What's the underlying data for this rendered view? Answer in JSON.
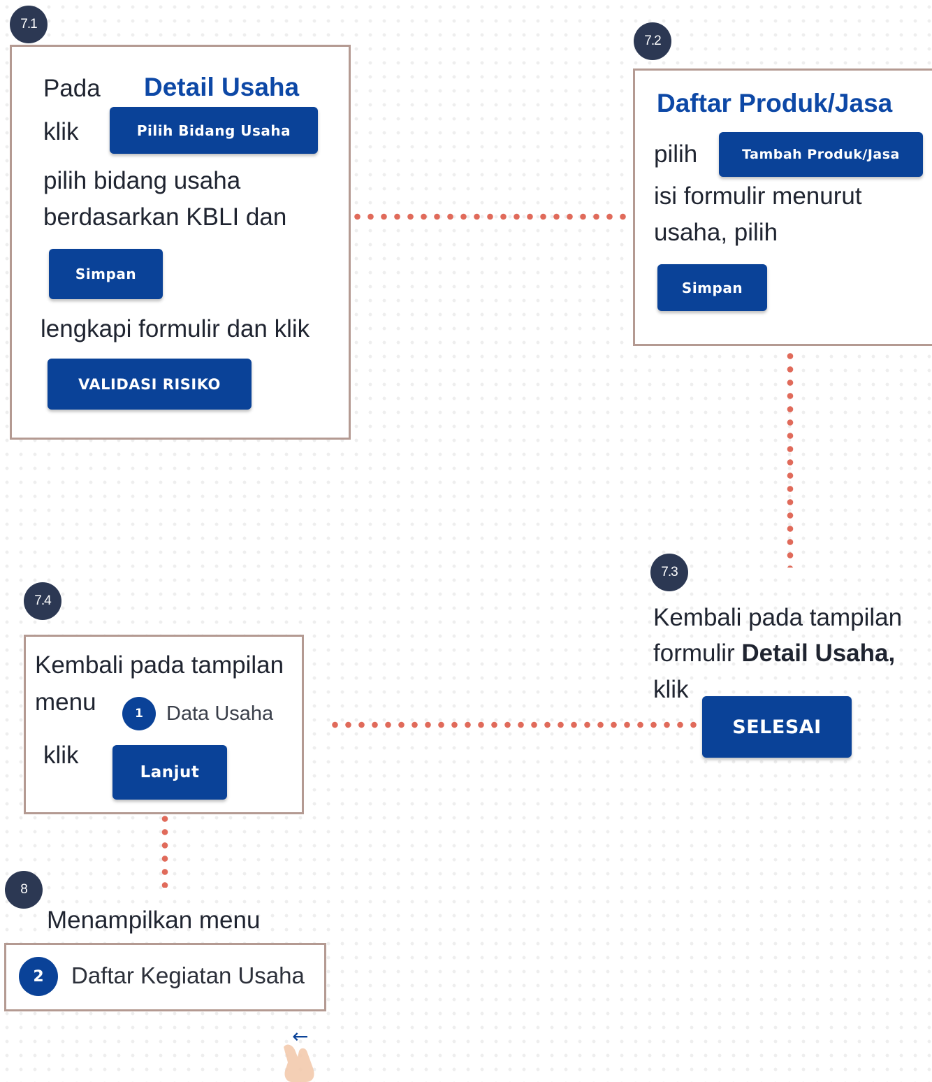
{
  "badges": {
    "b71": "7.1",
    "b72": "7.2",
    "b73": "7.3",
    "b74": "7.4",
    "b8": "8"
  },
  "step71": {
    "text_pada": "Pada",
    "heading": "Detail Usaha",
    "text_klik": "klik",
    "btn_pilih": "Pilih Bidang Usaha",
    "line1": "pilih bidang usaha",
    "line2": "berdasarkan KBLI dan",
    "btn_simpan": "Simpan",
    "line3": "lengkapi formulir dan klik",
    "btn_validasi": "VALIDASI RISIKO"
  },
  "step72": {
    "heading": "Daftar Produk/Jasa",
    "text_pilih": "pilih",
    "btn_tambah": "Tambah Produk/Jasa",
    "line1": "isi formulir menurut",
    "line2": "usaha, pilih",
    "btn_simpan": "Simpan"
  },
  "step73": {
    "line1": "Kembali pada tampilan",
    "line2_prefix": "formulir ",
    "line2_bold": "Detail Usaha,",
    "line3": "klik",
    "btn_selesai": "SELESAI"
  },
  "step74": {
    "line1": "Kembali pada tampilan",
    "text_menu": "menu",
    "menu_num": "1",
    "menu_label": "Data Usaha",
    "text_klik": "klik",
    "btn_lanjut": "Lanjut"
  },
  "step8": {
    "line1": "Menampilkan menu",
    "menu_num": "2",
    "menu_label": "Daftar Kegiatan Usaha",
    "arrow": "←"
  },
  "colors": {
    "button": "#0a4298",
    "heading": "#0d48a6",
    "badge": "#2c3853",
    "connector": "#e06a5a",
    "border": "#b49a92"
  }
}
